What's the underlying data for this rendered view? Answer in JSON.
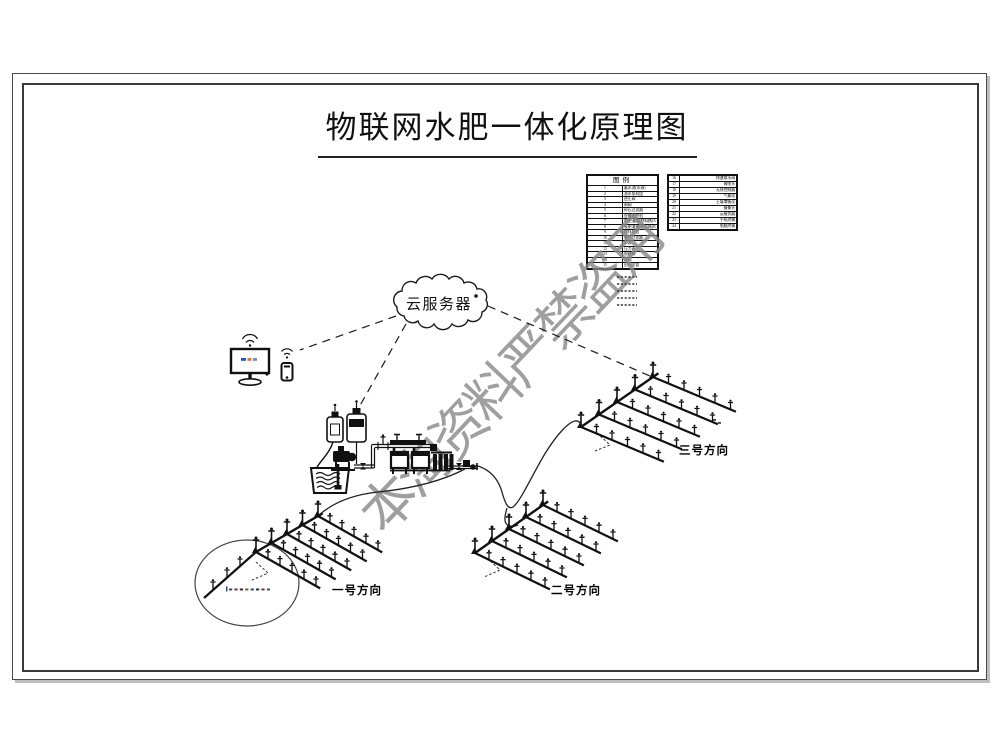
{
  "title": "物联网水肥一体化原理图",
  "watermark": "本淘资料严禁盗用",
  "cloud": {
    "label": "云服务器"
  },
  "fields": [
    {
      "label": "一号方向"
    },
    {
      "label": "二号方向"
    },
    {
      "label": "三号方向"
    }
  ],
  "legend": {
    "header": "图例",
    "main": [
      {
        "no": "1",
        "label": "蓄水池(水源)"
      },
      {
        "no": "2",
        "label": "潜水泵机组"
      },
      {
        "no": "3",
        "label": "逆止阀"
      },
      {
        "no": "4",
        "label": "闸阀"
      },
      {
        "no": "5",
        "label": "砂石过滤器"
      },
      {
        "no": "6",
        "label": "智能施肥机"
      },
      {
        "no": "7",
        "label": "吸肥通道(肥料桶)A"
      },
      {
        "no": "8",
        "label": "吸肥通道(肥料桶)B"
      },
      {
        "no": "9",
        "label": "搅拌装置"
      },
      {
        "no": "10",
        "label": "叠片过滤器"
      },
      {
        "no": "11",
        "label": "水表"
      },
      {
        "no": "12",
        "label": "压力表"
      },
      {
        "no": "13",
        "label": "电磁阀"
      },
      {
        "no": "14",
        "label": "球阀"
      },
      {
        "no": "15",
        "label": "田间支管"
      }
    ],
    "aux": [
      {
        "no": "16",
        "label": "快速取水阀"
      },
      {
        "no": "17",
        "label": "微喷头"
      },
      {
        "no": "18",
        "label": "无线控制器"
      },
      {
        "no": "19",
        "label": "气象站"
      },
      {
        "no": "20",
        "label": "土壤墒情仪"
      },
      {
        "no": "21",
        "label": "摄像头"
      },
      {
        "no": "22",
        "label": "云服务器"
      },
      {
        "no": "23",
        "label": "手机终端"
      },
      {
        "no": "24",
        "label": "电脑终端"
      }
    ]
  }
}
